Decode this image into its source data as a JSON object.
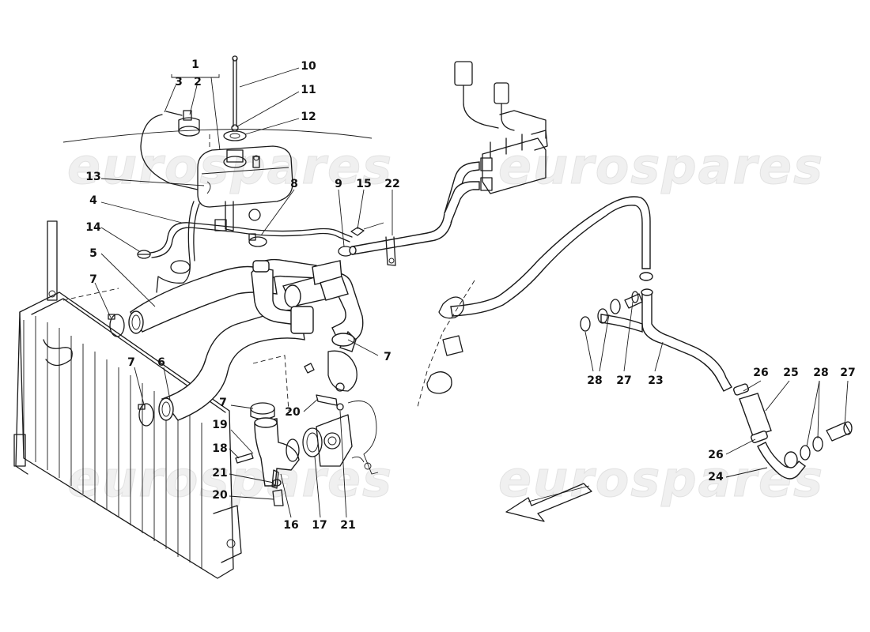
{
  "watermark": {
    "text": "eurospares"
  },
  "callouts": [
    {
      "id": "c1",
      "label": "1"
    },
    {
      "id": "c2",
      "label": "2"
    },
    {
      "id": "c3",
      "label": "3"
    },
    {
      "id": "c4",
      "label": "4"
    },
    {
      "id": "c5",
      "label": "5"
    },
    {
      "id": "c6",
      "label": "6"
    },
    {
      "id": "c7a",
      "label": "7"
    },
    {
      "id": "c7b",
      "label": "7"
    },
    {
      "id": "c7c",
      "label": "7"
    },
    {
      "id": "c7d",
      "label": "7"
    },
    {
      "id": "c8",
      "label": "8"
    },
    {
      "id": "c9",
      "label": "9"
    },
    {
      "id": "c10",
      "label": "10"
    },
    {
      "id": "c11",
      "label": "11"
    },
    {
      "id": "c12",
      "label": "12"
    },
    {
      "id": "c13",
      "label": "13"
    },
    {
      "id": "c14",
      "label": "14"
    },
    {
      "id": "c15",
      "label": "15"
    },
    {
      "id": "c16",
      "label": "16"
    },
    {
      "id": "c17",
      "label": "17"
    },
    {
      "id": "c18",
      "label": "18"
    },
    {
      "id": "c19",
      "label": "19"
    },
    {
      "id": "c20a",
      "label": "20"
    },
    {
      "id": "c20b",
      "label": "20"
    },
    {
      "id": "c21a",
      "label": "21"
    },
    {
      "id": "c21b",
      "label": "21"
    },
    {
      "id": "c22",
      "label": "22"
    },
    {
      "id": "c23",
      "label": "23"
    },
    {
      "id": "c24",
      "label": "24"
    },
    {
      "id": "c25",
      "label": "25"
    },
    {
      "id": "c26a",
      "label": "26"
    },
    {
      "id": "c26b",
      "label": "26"
    },
    {
      "id": "c27a",
      "label": "27"
    },
    {
      "id": "c27b",
      "label": "27"
    },
    {
      "id": "c28a",
      "label": "28"
    },
    {
      "id": "c28b",
      "label": "28"
    }
  ]
}
